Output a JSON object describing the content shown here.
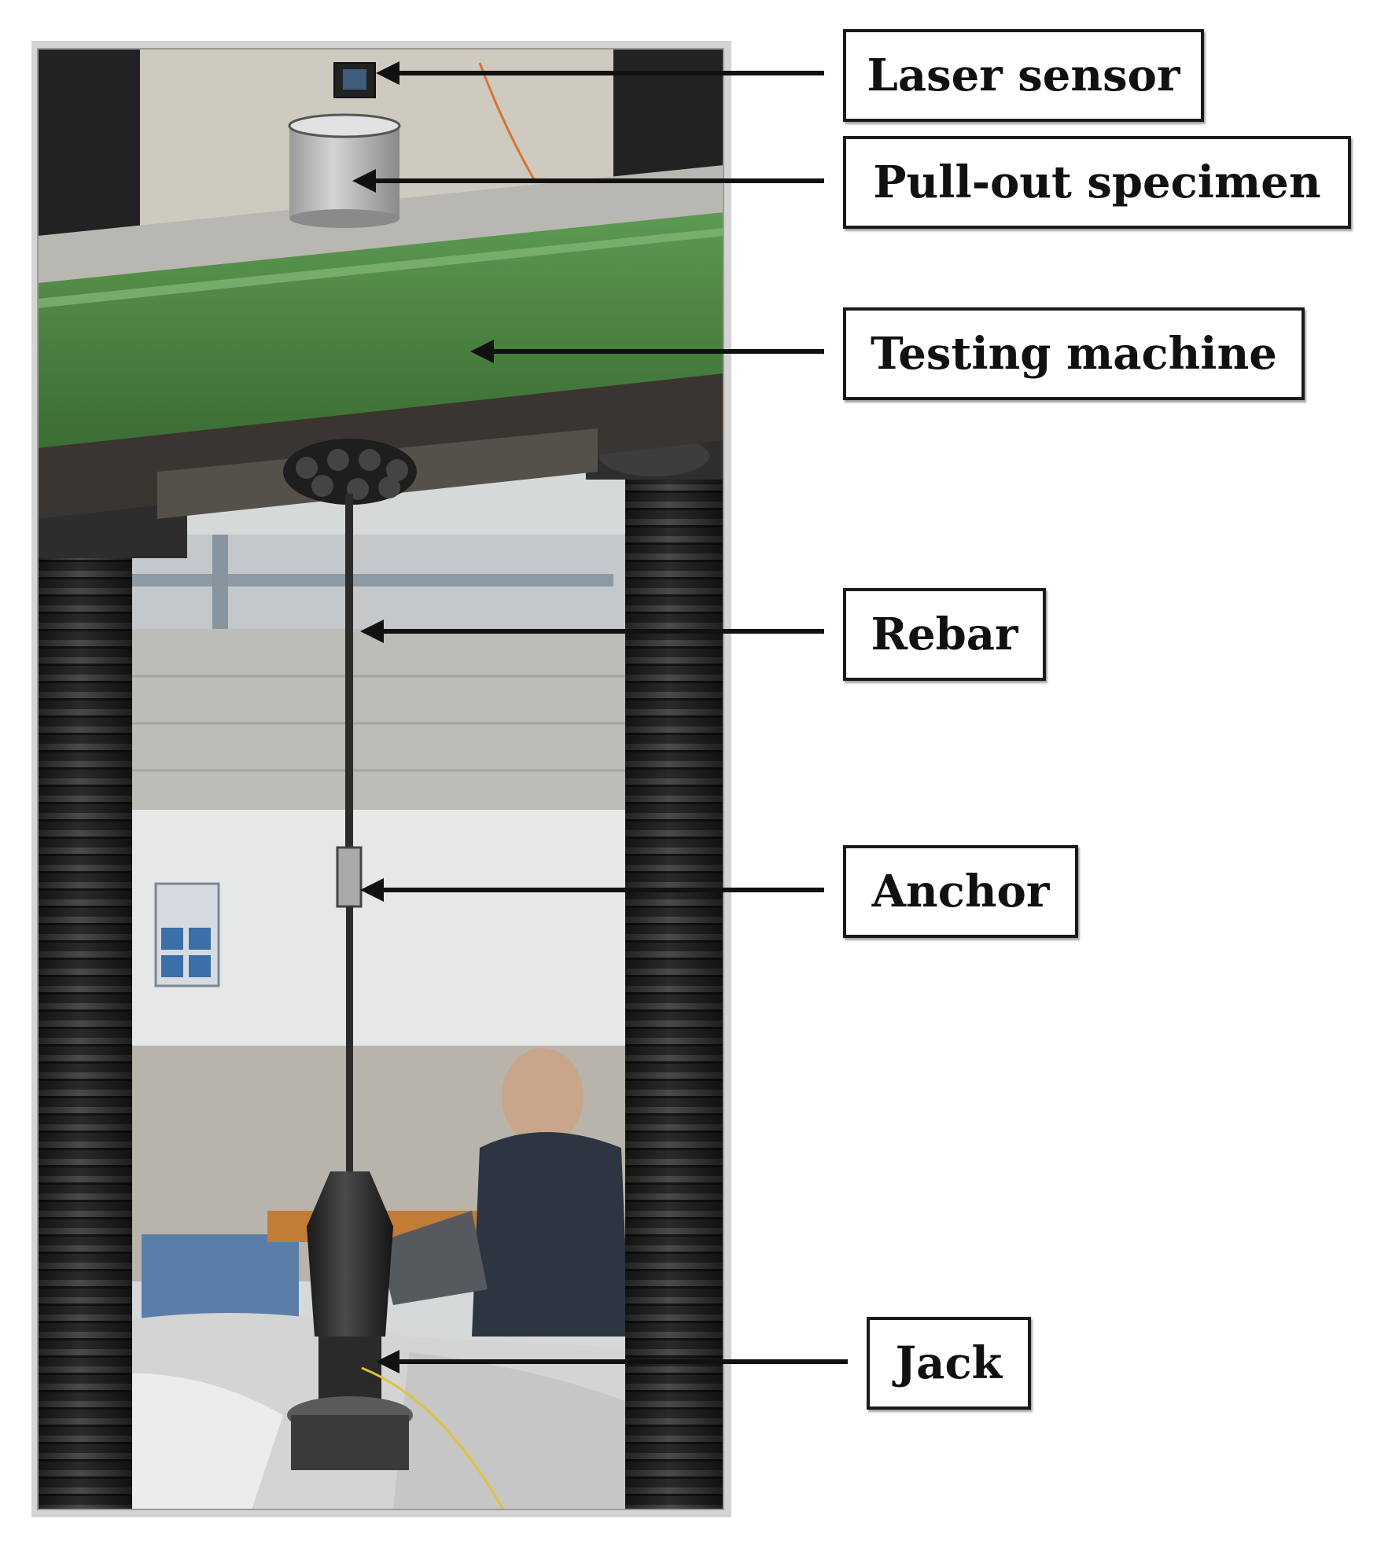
{
  "figure": {
    "labels": {
      "laser_sensor": "Laser sensor",
      "pullout_specimen": "Pull-out specimen",
      "testing_machine": "Testing machine",
      "rebar": "Rebar",
      "anchor": "Anchor",
      "jack": "Jack"
    },
    "colors": {
      "frame_green": "#4f8a45",
      "column_dark": "#2b2b2b",
      "wall": "#d9dcdc",
      "label_border": "#1a1a1a",
      "arrow": "#111111"
    }
  }
}
